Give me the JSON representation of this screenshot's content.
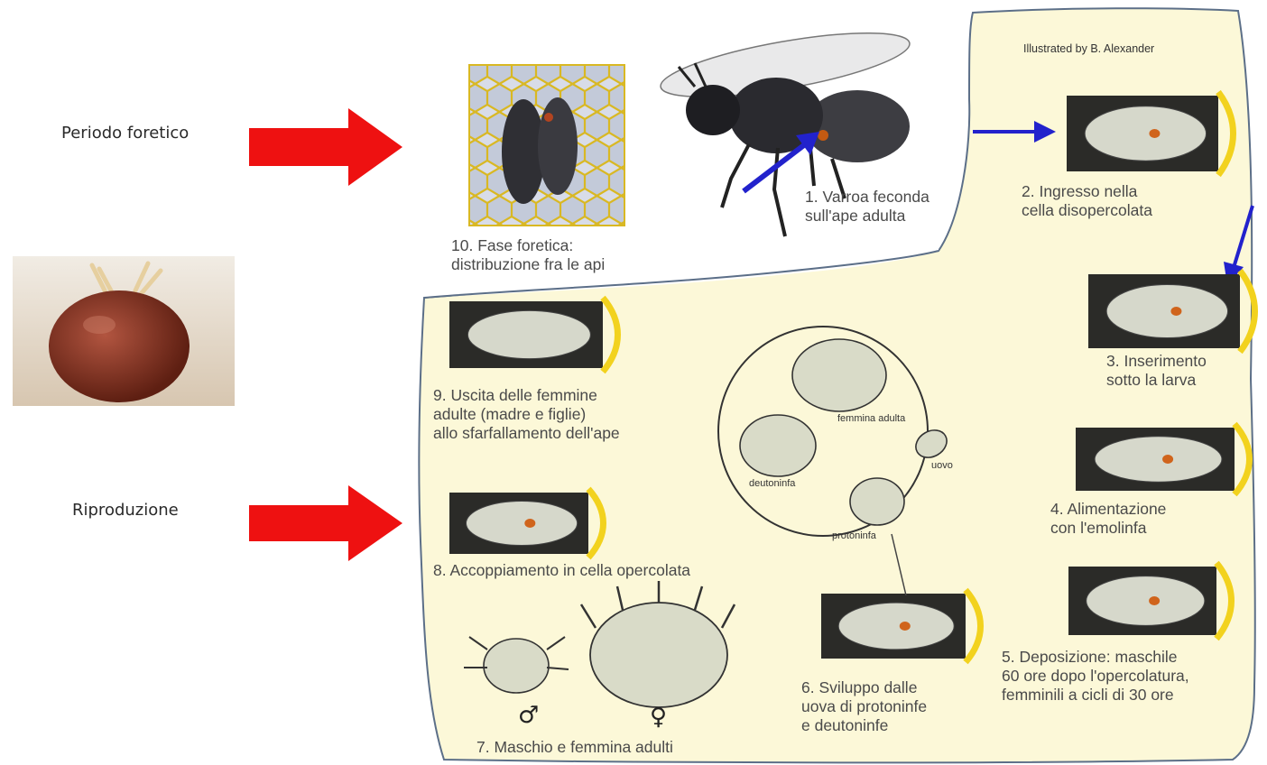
{
  "side_labels": {
    "phoretic": "Periodo foretico",
    "reproduction": "Riproduzione"
  },
  "credit": "Illustrated by B. Alexander",
  "stages": {
    "s1": [
      "1. Varroa feconda",
      "sull'ape adulta"
    ],
    "s2": [
      "2. Ingresso nella",
      "cella disopercolata"
    ],
    "s3": [
      "3. Inserimento",
      "sotto la larva"
    ],
    "s4": [
      "4. Alimentazione",
      "con l'emolinfa"
    ],
    "s5": [
      "5. Deposizione: maschile",
      "60 ore dopo l'opercolatura,",
      "femminili a cicli di 30 ore"
    ],
    "s6": [
      "6. Sviluppo dalle",
      "uova di protoninfe",
      "e deutoninfe"
    ],
    "s7": [
      "7. Maschio e femmina adulti"
    ],
    "s8": [
      "8. Accoppiamento in cella opercolata"
    ],
    "s9": [
      "9. Uscita delle femmine",
      "adulte (madre e figlie)",
      "allo sfarfallamento dell'ape"
    ],
    "s10": [
      "10. Fase foretica:",
      "distribuzione fra le api"
    ]
  },
  "circle_labels": {
    "adult_female": "femmina adulta",
    "egg": "uovo",
    "deutonymph": "deutoninfa",
    "protonymph": "protoninfa"
  },
  "sex_symbols": {
    "male": "♂",
    "female": "♀"
  },
  "colors": {
    "panel_fill": "#fcf8d8",
    "panel_stroke": "#5c6f88",
    "red_arrow": "#ee1111",
    "blue_arrow": "#2222cc",
    "cap_yellow": "#f2d21e",
    "mite_brown": "#8a3a26"
  }
}
